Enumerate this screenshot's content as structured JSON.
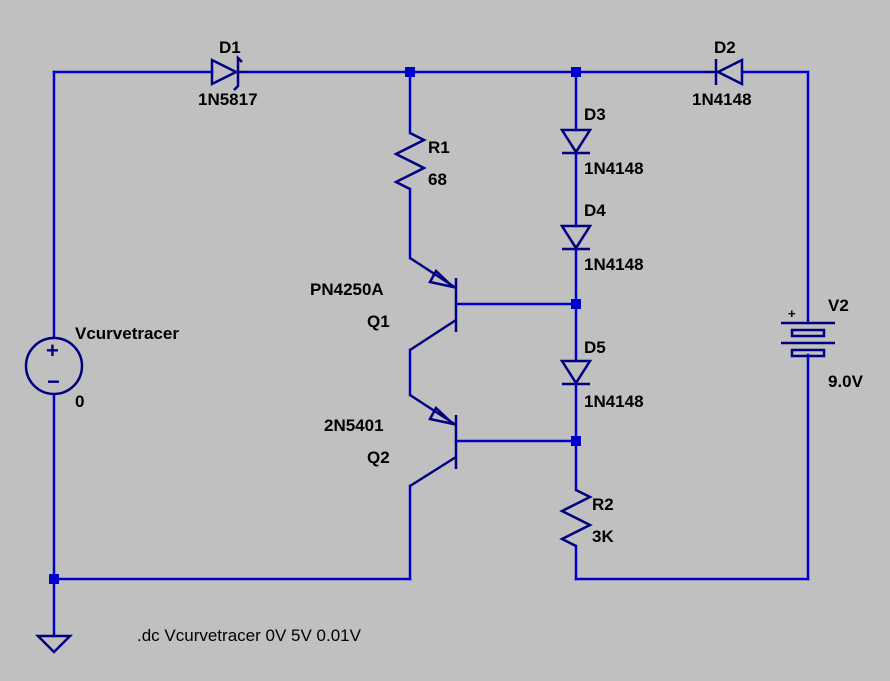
{
  "components": {
    "d1": {
      "name": "D1",
      "model": "1N5817"
    },
    "d2": {
      "name": "D2",
      "model": "1N4148"
    },
    "d3": {
      "name": "D3",
      "model": "1N4148"
    },
    "d4": {
      "name": "D4",
      "model": "1N4148"
    },
    "d5": {
      "name": "D5",
      "model": "1N4148"
    },
    "r1": {
      "name": "R1",
      "value": "68"
    },
    "r2": {
      "name": "R2",
      "value": "3K"
    },
    "q1": {
      "name": "Q1",
      "model": "PN4250A"
    },
    "q2": {
      "name": "Q2",
      "model": "2N5401"
    },
    "vsrc": {
      "name": "Vcurvetracer",
      "value": "0",
      "plus": "+",
      "minus": "−"
    },
    "v2": {
      "name": "V2",
      "value": "9.0V",
      "plus": "+"
    }
  },
  "directive": ".dc Vcurvetracer 0V 5V 0.01V",
  "colors": {
    "background": "#c0c0c0",
    "wire": "#0000cc",
    "symbol": "#000080"
  }
}
